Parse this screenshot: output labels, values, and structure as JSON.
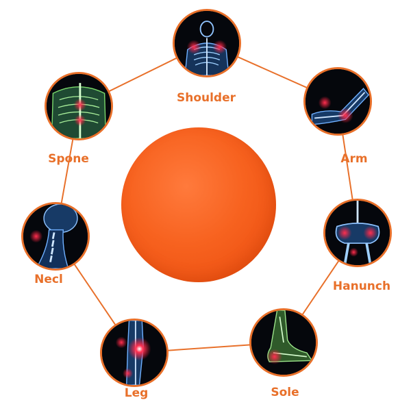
{
  "colors": {
    "accent": "#e8702a",
    "ball": "#f7621f",
    "pain_glow": "#ff1e3c",
    "xray_blue": "#5aa8ff",
    "xray_green": "#7ad86b"
  },
  "body_parts": [
    {
      "label": "Shoulder",
      "icon": "shoulder-xray-icon"
    },
    {
      "label": "Arm",
      "icon": "arm-xray-icon"
    },
    {
      "label": "Hanunch",
      "icon": "hip-xray-icon"
    },
    {
      "label": "Sole",
      "icon": "foot-xray-icon"
    },
    {
      "label": "Leg",
      "icon": "knee-xray-icon"
    },
    {
      "label": "Necl",
      "icon": "neck-xray-icon"
    },
    {
      "label": "Spone",
      "icon": "spine-xray-icon"
    }
  ]
}
